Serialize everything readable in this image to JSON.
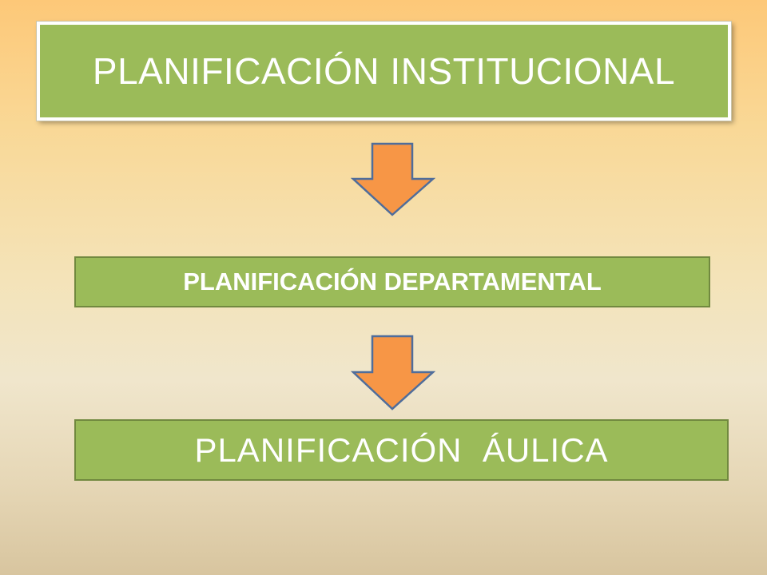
{
  "diagram": {
    "levels": [
      {
        "label": "PLANIFICACIÓN INSTITUCIONAL"
      },
      {
        "label": "PLANIFICACIÓN DEPARTAMENTAL"
      },
      {
        "label": "PLANIFICACIÓN  ÁULICA"
      }
    ],
    "colors": {
      "box_fill": "#9bbb59",
      "box_border": "#71893f",
      "text": "#ffffff",
      "arrow_fill": "#f79646",
      "arrow_stroke": "#4f6d9b"
    },
    "arrow_icon": "arrow-down-icon"
  }
}
